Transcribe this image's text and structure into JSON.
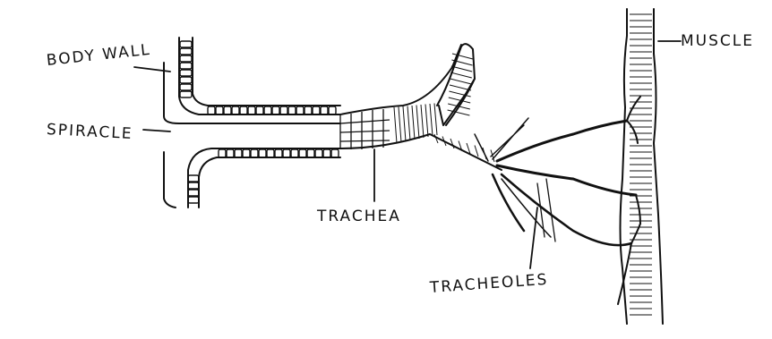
{
  "labels": {
    "body_wall": "BODY WALL",
    "spiracle": "SPIRACLE",
    "trachea": "TRACHEA",
    "tracheoles": "TRACHEOLES",
    "muscle": "MUSCLE"
  }
}
